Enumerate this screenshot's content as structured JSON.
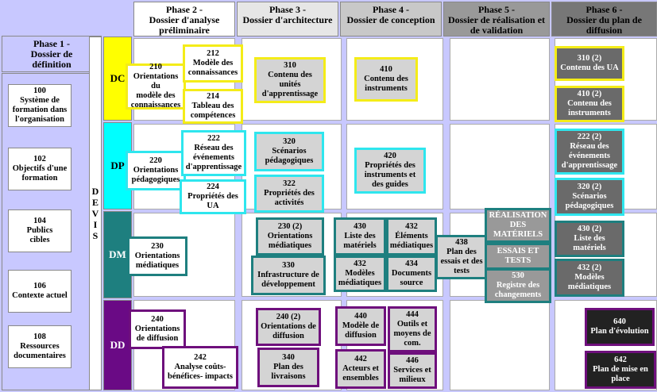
{
  "phases": {
    "p1": "Phase 1 -\nDossier de\ndéfinition",
    "p2": "Phase 2 -\nDossier d'analyse\npréliminaire",
    "p3": "Phase 3 -\nDossier d'architecture",
    "p4": "Phase 4 -\nDossier de conception",
    "p5": "Phase 5 -\nDossier de réalisation et\nde validation",
    "p6": "Phase 6 -\nDossier du plan de\ndiffusion"
  },
  "devis": "D\nE\nV\nI\nS",
  "bands": {
    "dc": "DC",
    "dp": "DP",
    "dm": "DM",
    "dd": "DD"
  },
  "colors": {
    "dc": "#ffff00",
    "dp": "#00ffff",
    "dm": "#1e7f7f",
    "dd": "#6a0a85"
  },
  "phase1_items": {
    "b100": "100\nSystème de\nformation dans\nl'organisation",
    "b102": "102\nObjectifs d'une\nformation",
    "b104": "104\nPublics\ncibles",
    "b106": "106\nContexte actuel",
    "b108": "108\nRessources\ndocumentaires"
  },
  "items": {
    "b210": "210\nOrientations du\nmodèle des\nconnaissances",
    "b212": "212\nModèle des\nconnaissances",
    "b214": "214\nTableau des\ncompétences",
    "b310": "310\nContenu des\nunités\nd'apprentissage",
    "b410": "410\nContenu des\ninstruments",
    "b310_2": "310 (2)\nContenu des UA",
    "b410_2": "410 (2)\nContenu des\ninstruments",
    "b220": "220\nOrientations\npédagogiques",
    "b222": "222\nRéseau des\névénements\nd'apprentissage",
    "b224": "224\nPropriétés des\nUA",
    "b320": "320\nScénarios\npédagogiques",
    "b322": "322\nPropriétés des\nactivités",
    "b420": "420\nPropriétés des\ninstruments et\ndes guides",
    "b222_2": "222 (2)\nRéseau des\névénements\nd'apprentissage",
    "b320_2": "320 (2)\nScénarios\npédagogiques",
    "b230": "230\nOrientations\nmédiatiques",
    "b230_2": "230 (2)\nOrientations\nmédiatiques",
    "b330": "330\nInfrastructure de\ndéveloppement",
    "b430": "430\nListe des\nmatériels",
    "b432": "432\nÉléments\nmédiatiques",
    "b432b": "432\nModèles\nmédiatiques",
    "b434": "434\nDocuments\nsource",
    "b438": "438\nPlan des\nessais et des\ntests",
    "real": "RÉALISATION\nDES\nMATÉRIELS",
    "essais": "ESSAIS ET\nTESTS",
    "b530": "530\nRegistre des\nchangements",
    "b430_2": "430 (2)\nListe  des\nmatériels",
    "b432_2": "432 (2)\nModèles\nmédiatiques",
    "b240": "240\nOrientations\nde diffusion",
    "b242": "242\nAnalyse coûts-\nbénéfices- impacts",
    "b240_2": "240 (2)\nOrientations de\ndiffusion",
    "b340": "340\nPlan des\nlivraisons",
    "b440": "440\nModèle de\ndiffusion",
    "b444": "444\nOutils et\nmoyens de\ncom.",
    "b442": "442\nActeurs et\nensembles",
    "b446": "446\nServices et\nmilieux",
    "b640": "640\nPlan d'évolution",
    "b642": "642\nPlan de mise en\nplace"
  }
}
